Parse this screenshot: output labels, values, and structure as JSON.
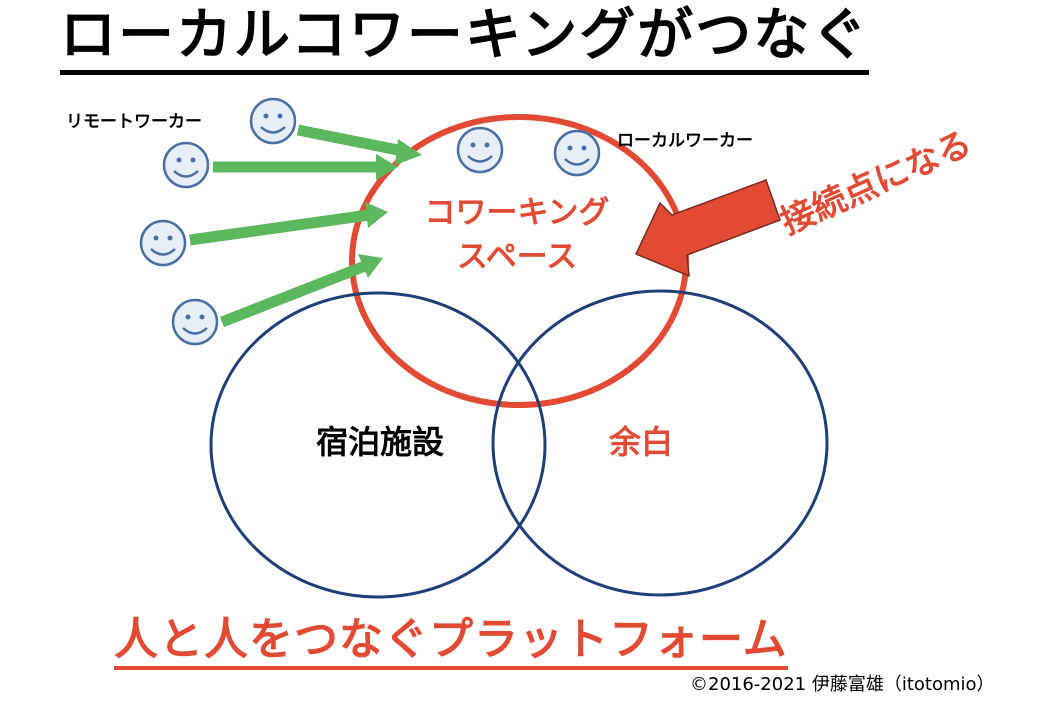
{
  "title": "ローカルコワーキングがつなぐ",
  "labels": {
    "remote_worker": "リモートワーカー",
    "local_worker": "ローカルワーカー",
    "coworking_line1": "コワーキング",
    "coworking_line2": "スペース",
    "lodging": "宿泊施設",
    "margin": "余白",
    "connection_point": "接続点になる"
  },
  "bottom_caption": "人と人をつなぐプラットフォーム",
  "copyright": "©2016-2021 伊藤富雄（itotomio）",
  "colors": {
    "red": "#e24a33",
    "navy": "#1f3f7a",
    "green": "#5cb85c",
    "face_fill": "#e8eef8",
    "face_stroke": "#4a6fa5"
  },
  "icons": [
    "smiley-face-icon",
    "green-arrow-icon",
    "red-arrow-icon"
  ]
}
